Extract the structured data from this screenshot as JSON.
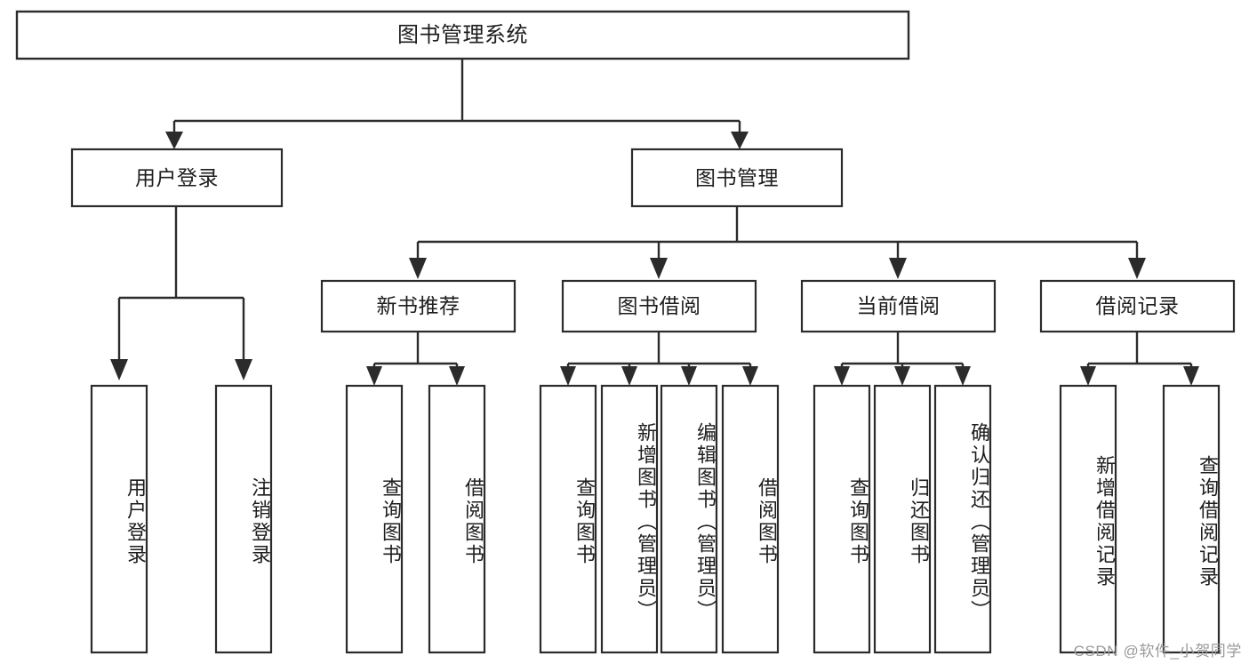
{
  "diagram": {
    "type": "tree-hierarchy-diagram",
    "title": "图书管理系统",
    "watermark": "CSDN @软件_小贺同学",
    "colors": {
      "stroke": "#2b2b2b",
      "box_fill": "#ffffff",
      "text": "#1d1d1d",
      "background": "#ffffff",
      "watermark_text": "#9a9a9a"
    },
    "levels": [
      {
        "level": 1,
        "nodes": [
          {
            "id": "root",
            "label": "图书管理系统",
            "orientation": "horizontal"
          }
        ]
      },
      {
        "level": 2,
        "nodes": [
          {
            "id": "login",
            "label": "用户登录",
            "orientation": "horizontal",
            "parent": "root"
          },
          {
            "id": "bookmgmt",
            "label": "图书管理",
            "orientation": "horizontal",
            "parent": "root"
          }
        ]
      },
      {
        "level": 3,
        "nodes": [
          {
            "id": "newbook",
            "label": "新书推荐",
            "orientation": "horizontal",
            "parent": "bookmgmt"
          },
          {
            "id": "borrow",
            "label": "图书借阅",
            "orientation": "horizontal",
            "parent": "bookmgmt"
          },
          {
            "id": "current",
            "label": "当前借阅",
            "orientation": "horizontal",
            "parent": "bookmgmt"
          },
          {
            "id": "records",
            "label": "借阅记录",
            "orientation": "horizontal",
            "parent": "bookmgmt"
          }
        ]
      },
      {
        "level": 4,
        "nodes": [
          {
            "id": "leaf-1",
            "label": "用户登录",
            "orientation": "vertical",
            "parent": "login"
          },
          {
            "id": "leaf-2",
            "label": "注销登录",
            "orientation": "vertical",
            "parent": "login"
          },
          {
            "id": "leaf-3",
            "label": "查询图书",
            "orientation": "vertical",
            "parent": "newbook"
          },
          {
            "id": "leaf-4",
            "label": "借阅图书",
            "orientation": "vertical",
            "parent": "newbook"
          },
          {
            "id": "leaf-5",
            "label": "查询图书",
            "orientation": "vertical",
            "parent": "borrow"
          },
          {
            "id": "leaf-6",
            "label": "新增图书（管理员）",
            "orientation": "vertical",
            "parent": "borrow"
          },
          {
            "id": "leaf-7",
            "label": "编辑图书（管理员）",
            "orientation": "vertical",
            "parent": "borrow"
          },
          {
            "id": "leaf-8",
            "label": "借阅图书",
            "orientation": "vertical",
            "parent": "borrow"
          },
          {
            "id": "leaf-9",
            "label": "查询图书",
            "orientation": "vertical",
            "parent": "current"
          },
          {
            "id": "leaf-10",
            "label": "归还图书",
            "orientation": "vertical",
            "parent": "current"
          },
          {
            "id": "leaf-11",
            "label": "确认归还（管理员）",
            "orientation": "vertical",
            "parent": "current"
          },
          {
            "id": "leaf-12",
            "label": "新增借阅记录",
            "orientation": "vertical",
            "parent": "records"
          },
          {
            "id": "leaf-13",
            "label": "查询借阅记录",
            "orientation": "vertical",
            "parent": "records"
          }
        ]
      }
    ]
  },
  "nodes": {
    "root": {
      "label": "图书管理系统"
    },
    "login": {
      "label": "用户登录"
    },
    "bookmgmt": {
      "label": "图书管理"
    },
    "newbook": {
      "label": "新书推荐"
    },
    "borrow": {
      "label": "图书借阅"
    },
    "current": {
      "label": "当前借阅"
    },
    "records": {
      "label": "借阅记录"
    },
    "leaf1": {
      "label": "用户登录"
    },
    "leaf2": {
      "label": "注销登录"
    },
    "leaf3": {
      "label": "查询图书"
    },
    "leaf4": {
      "label": "借阅图书"
    },
    "leaf5": {
      "label": "查询图书"
    },
    "leaf6": {
      "label": "新增图书（管理员）"
    },
    "leaf7": {
      "label": "编辑图书（管理员）"
    },
    "leaf8": {
      "label": "借阅图书"
    },
    "leaf9": {
      "label": "查询图书"
    },
    "leaf10": {
      "label": "归还图书"
    },
    "leaf11": {
      "label": "确认归还（管理员）"
    },
    "leaf12": {
      "label": "新增借阅记录"
    },
    "leaf13": {
      "label": "查询借阅记录"
    }
  },
  "watermark": {
    "text": "CSDN @软件_小贺同学"
  }
}
